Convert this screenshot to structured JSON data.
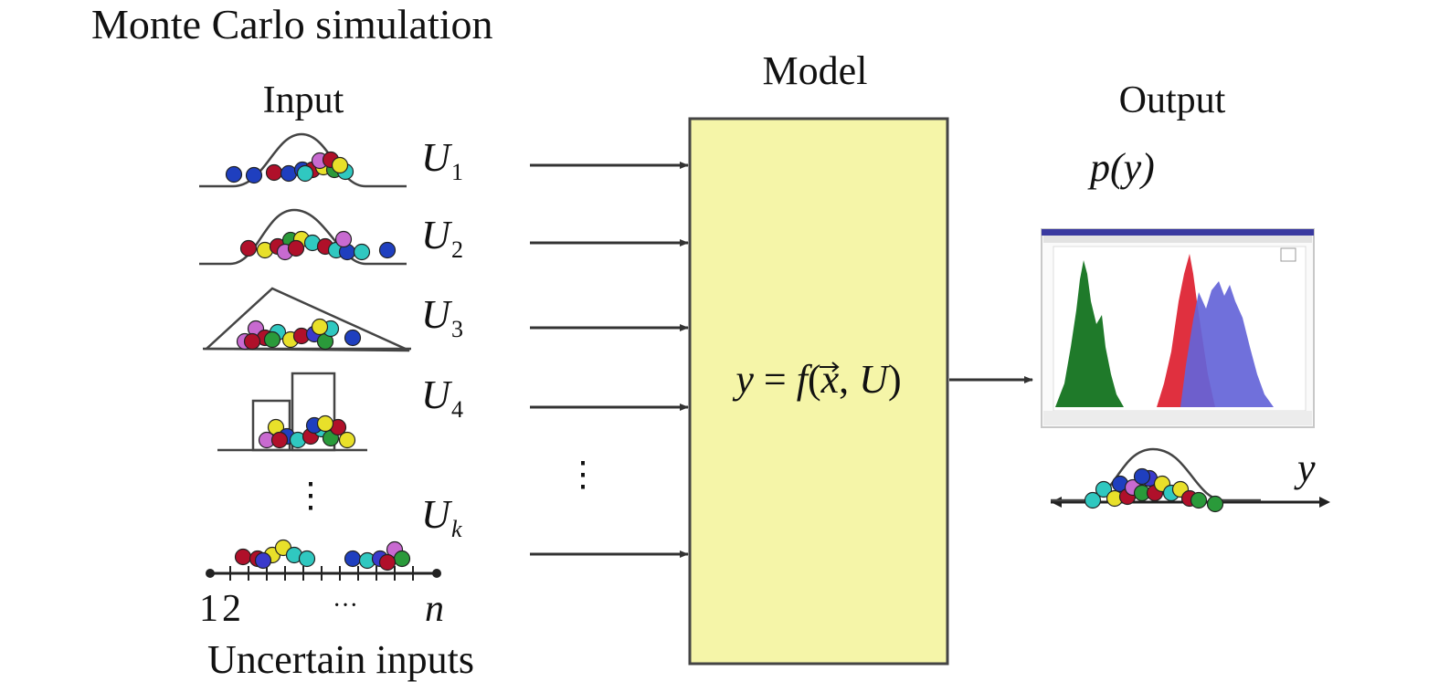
{
  "title": "Monte Carlo simulation",
  "labels": {
    "input": "Input",
    "model": "Model",
    "output": "Output",
    "output_pdf": "p(y)",
    "output_axis": "y",
    "uncertain_inputs": "Uncertain inputs",
    "axis_start": "12",
    "axis_dots": "···",
    "axis_end": "n",
    "vertical_dots": "⋮"
  },
  "equation": {
    "y": "y",
    "eq": " = ",
    "f": "f",
    "open": "(",
    "x": "x",
    "comma": ", ",
    "u": "U",
    "close": ")"
  },
  "inputs": [
    {
      "name": "U",
      "sub": "1",
      "shape": "normal"
    },
    {
      "name": "U",
      "sub": "2",
      "shape": "normal"
    },
    {
      "name": "U",
      "sub": "3",
      "shape": "triangular"
    },
    {
      "name": "U",
      "sub": "4",
      "shape": "histogram"
    },
    {
      "name": "U",
      "sub": "k",
      "shape": "discrete"
    }
  ],
  "colors": {
    "title": "#5b88b8",
    "model_label": "#a0292b",
    "model_box_fill": "#f5f5a8",
    "arrow": "#333333",
    "ball_colors": [
      "#1f3fbf",
      "#b0102a",
      "#e8e02a",
      "#2a9a3a",
      "#30c8c0",
      "#c86ad0",
      "#3a3acb"
    ],
    "histogram_green": "#1f7a2a",
    "histogram_red": "#e0303f",
    "histogram_blue": "#6464d8",
    "screenshot_bar": "#3a3aa0"
  }
}
